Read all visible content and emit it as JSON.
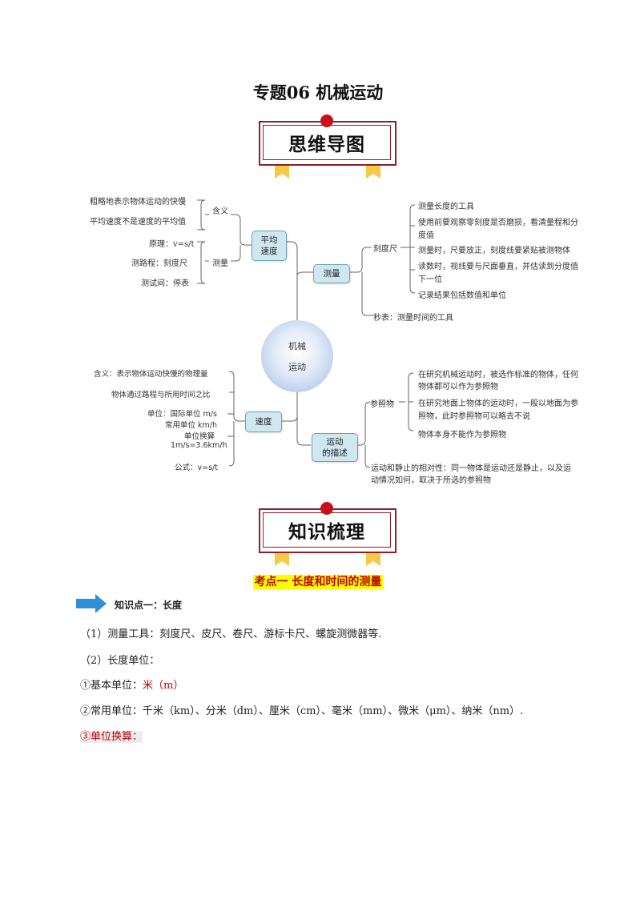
{
  "title": "专题06  机械运动",
  "banner1": "思维导图",
  "banner2": "知识梳理",
  "mindmap": {
    "center": [
      "机械",
      "运动"
    ],
    "nodes": {
      "avg_speed": [
        "平均",
        "速度"
      ],
      "measure": "测量",
      "speed": "速度",
      "motion_desc": [
        "运动",
        "的描述"
      ]
    },
    "avg_speed_branches": {
      "meaning_label": "含义",
      "meaning_items": [
        "粗略地表示物体运动的快慢",
        "平均速度不是速度的平均值"
      ],
      "measure_label": "测量",
      "measure_items": [
        "原理：v=s/t",
        "测路程：刻度尺",
        "测试间：停表"
      ]
    },
    "measure_branches": {
      "ruler_label": "刻度尺",
      "ruler_items": [
        "测量长度的工具",
        "使用前要观察零刻度是否磨损，看清量程和分",
        "度值",
        "测量时，尺要放正，刻度线要紧贴被测物体",
        "读数时，视线要与尺面垂直，并估读到分度值",
        "下一位",
        "记录结果包括数值和单位"
      ],
      "stopwatch": "秒表：测量时间的工具"
    },
    "speed_branches": {
      "items": [
        "含义：表示物体运动快慢的物理量",
        "物体通过路程与所用时间之比",
        "单位：国际单位 m/s",
        "常用单位 km/h",
        "单位换算",
        "1m/s=3.6km/h",
        "公式：v=s/t"
      ]
    },
    "motion_branches": {
      "ref_label": "参照物",
      "ref_items": [
        "在研究机械运动时，被选作标准的物体，任何",
        "物体都可以作为参照物",
        "在研究地面上物体的运动时，一般以地面为参",
        "照物，此时参照物可以略去不说",
        "物体本身不能作为参照物"
      ],
      "relativity": [
        "运动和静止的相对性：同一物体是运动还是静止，以及运",
        "动情况如何，取决于所选的参照物"
      ]
    }
  },
  "section": {
    "kaodian": "考点一  长度和时间的测量",
    "knowledge_point": "知识点一：长度",
    "lines": [
      "（1）测量工具：刻度尺、皮尺、卷尺、游标卡尺、螺旋测微器等.",
      "（2）长度单位：",
      "①基本单位：",
      "米（m）",
      "②常用单位：千米（km）、分米（dm）、厘米（cm）、毫米（mm）、微米（μm）、纳米（nm）.",
      "③单位换算："
    ]
  },
  "colors": {
    "accent_red": "#c8101c",
    "banner_border": "#8c1f28",
    "node_fill": "#cfe7ee",
    "arrow": "#2f8fd8",
    "highlight": "#ffff00"
  }
}
